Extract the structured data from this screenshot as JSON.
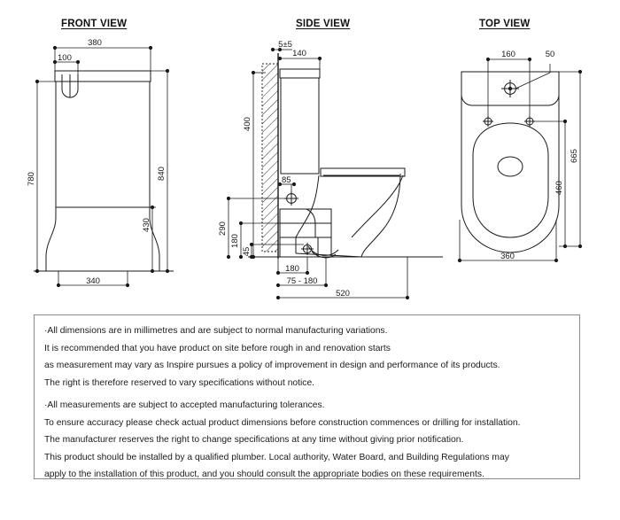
{
  "document": {
    "type": "toilet-suite-technical-drawing",
    "units": "millimetres"
  },
  "views": {
    "front": {
      "title": "FRONT VIEW",
      "dimensions": {
        "cistern_width": "380",
        "inlet_offset": "100",
        "total_height": "780",
        "overall_height": "840",
        "pan_height": "430",
        "pan_width": "340"
      }
    },
    "side": {
      "title": "SIDE VIEW",
      "dimensions": {
        "wall_gap": "5±5",
        "cistern_depth": "140",
        "cistern_height": "400",
        "inlet_from_wall": "85",
        "outlet_height": "290",
        "waste_height": "180",
        "waste_offset": "45",
        "set_out": "180",
        "set_out_range": "75 - 180",
        "total_depth": "520"
      }
    },
    "top": {
      "title": "TOP VIEW",
      "dimensions": {
        "bolt_centres": "160",
        "button_offset": "50",
        "overall_length": "665",
        "pan_length": "460",
        "pan_width": "360"
      }
    }
  },
  "notes": {
    "group1": [
      "·All dimensions are in millimetres and are subject to normal manufacturing variations.",
      "It is recommended that you have product on site before rough in and renovation starts",
      "as measurement may vary as Inspire pursues a policy of improvement in design and performance of its products.",
      "The right is therefore reserved to vary specifications without notice."
    ],
    "group2": [
      "·All measurements are subject to accepted manufacturing tolerances.",
      "To ensure accuracy please check actual product dimensions before construction commences or drilling for installation.",
      "The manufacturer reserves the right to change specifications at any time without giving prior notification.",
      "This product should be installed by a qualified plumber. Local authority, Water Board, and Building Regulations may",
      "apply to the installation of this product, and you should consult the appropriate bodies on these requirements."
    ]
  },
  "colors": {
    "line": "#1a1a1a",
    "dimension": "#1a1a1a",
    "border": "#8a8a8a",
    "background": "#ffffff"
  }
}
